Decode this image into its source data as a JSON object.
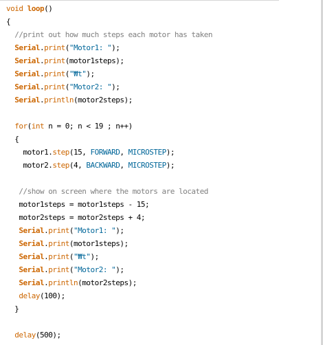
{
  "colors": {
    "keyword": "#cc6600",
    "string": "#006699",
    "constant": "#006699",
    "comment": "#7e7e7e",
    "text": "#000000",
    "background": "#ffffff"
  },
  "code_lines": [
    [
      {
        "t": "kw",
        "v": "void"
      },
      {
        "t": "plain",
        "v": " "
      },
      {
        "t": "kwb",
        "v": "loop"
      },
      {
        "t": "plain",
        "v": "()"
      }
    ],
    [
      {
        "t": "plain",
        "v": "{"
      }
    ],
    [
      {
        "t": "plain",
        "v": "  "
      },
      {
        "t": "cm",
        "v": "//print out how much steps each motor has taken"
      }
    ],
    [
      {
        "t": "plain",
        "v": "  "
      },
      {
        "t": "kwb",
        "v": "Serial"
      },
      {
        "t": "plain",
        "v": "."
      },
      {
        "t": "fn",
        "v": "print"
      },
      {
        "t": "plain",
        "v": "("
      },
      {
        "t": "str",
        "v": "\"Motor1: \""
      },
      {
        "t": "plain",
        "v": ");"
      }
    ],
    [
      {
        "t": "plain",
        "v": "  "
      },
      {
        "t": "kwb",
        "v": "Serial"
      },
      {
        "t": "plain",
        "v": "."
      },
      {
        "t": "fn",
        "v": "print"
      },
      {
        "t": "plain",
        "v": "(motor1steps);"
      }
    ],
    [
      {
        "t": "plain",
        "v": "  "
      },
      {
        "t": "kwb",
        "v": "Serial"
      },
      {
        "t": "plain",
        "v": "."
      },
      {
        "t": "fn",
        "v": "print"
      },
      {
        "t": "plain",
        "v": "("
      },
      {
        "t": "str",
        "v": "\"₩t\""
      },
      {
        "t": "plain",
        "v": ");"
      }
    ],
    [
      {
        "t": "plain",
        "v": "  "
      },
      {
        "t": "kwb",
        "v": "Serial"
      },
      {
        "t": "plain",
        "v": "."
      },
      {
        "t": "fn",
        "v": "print"
      },
      {
        "t": "plain",
        "v": "("
      },
      {
        "t": "str",
        "v": "\"Motor2: \""
      },
      {
        "t": "plain",
        "v": ");"
      }
    ],
    [
      {
        "t": "plain",
        "v": "  "
      },
      {
        "t": "kwb",
        "v": "Serial"
      },
      {
        "t": "plain",
        "v": "."
      },
      {
        "t": "fn",
        "v": "println"
      },
      {
        "t": "plain",
        "v": "(motor2steps);"
      }
    ],
    [],
    [
      {
        "t": "plain",
        "v": "  "
      },
      {
        "t": "kw",
        "v": "for"
      },
      {
        "t": "plain",
        "v": "("
      },
      {
        "t": "kw",
        "v": "int"
      },
      {
        "t": "plain",
        "v": " n = 0; n < 19 ; n++)"
      }
    ],
    [
      {
        "t": "plain",
        "v": "  {"
      }
    ],
    [
      {
        "t": "plain",
        "v": "    motor1."
      },
      {
        "t": "fn",
        "v": "step"
      },
      {
        "t": "plain",
        "v": "(15, "
      },
      {
        "t": "const",
        "v": "FORWARD"
      },
      {
        "t": "plain",
        "v": ", "
      },
      {
        "t": "const",
        "v": "MICROSTEP"
      },
      {
        "t": "plain",
        "v": ");"
      }
    ],
    [
      {
        "t": "plain",
        "v": "    motor2."
      },
      {
        "t": "fn",
        "v": "step"
      },
      {
        "t": "plain",
        "v": "(4, "
      },
      {
        "t": "const",
        "v": "BACKWARD"
      },
      {
        "t": "plain",
        "v": ", "
      },
      {
        "t": "const",
        "v": "MICROSTEP"
      },
      {
        "t": "plain",
        "v": ");"
      }
    ],
    [],
    [
      {
        "t": "plain",
        "v": "   "
      },
      {
        "t": "cm",
        "v": "//show on screen where the motors are located"
      }
    ],
    [
      {
        "t": "plain",
        "v": "   motor1steps = motor1steps - 15;"
      }
    ],
    [
      {
        "t": "plain",
        "v": "   motor2steps = motor2steps + 4;"
      }
    ],
    [
      {
        "t": "plain",
        "v": "   "
      },
      {
        "t": "kwb",
        "v": "Serial"
      },
      {
        "t": "plain",
        "v": "."
      },
      {
        "t": "fn",
        "v": "print"
      },
      {
        "t": "plain",
        "v": "("
      },
      {
        "t": "str",
        "v": "\"Motor1: \""
      },
      {
        "t": "plain",
        "v": ");"
      }
    ],
    [
      {
        "t": "plain",
        "v": "   "
      },
      {
        "t": "kwb",
        "v": "Serial"
      },
      {
        "t": "plain",
        "v": "."
      },
      {
        "t": "fn",
        "v": "print"
      },
      {
        "t": "plain",
        "v": "(motor1steps);"
      }
    ],
    [
      {
        "t": "plain",
        "v": "   "
      },
      {
        "t": "kwb",
        "v": "Serial"
      },
      {
        "t": "plain",
        "v": "."
      },
      {
        "t": "fn",
        "v": "print"
      },
      {
        "t": "plain",
        "v": "("
      },
      {
        "t": "str",
        "v": "\"₩t\""
      },
      {
        "t": "plain",
        "v": ");"
      }
    ],
    [
      {
        "t": "plain",
        "v": "   "
      },
      {
        "t": "kwb",
        "v": "Serial"
      },
      {
        "t": "plain",
        "v": "."
      },
      {
        "t": "fn",
        "v": "print"
      },
      {
        "t": "plain",
        "v": "("
      },
      {
        "t": "str",
        "v": "\"Motor2: \""
      },
      {
        "t": "plain",
        "v": ");"
      }
    ],
    [
      {
        "t": "plain",
        "v": "   "
      },
      {
        "t": "kwb",
        "v": "Serial"
      },
      {
        "t": "plain",
        "v": "."
      },
      {
        "t": "fn",
        "v": "println"
      },
      {
        "t": "plain",
        "v": "(motor2steps);"
      }
    ],
    [
      {
        "t": "plain",
        "v": "   "
      },
      {
        "t": "fn",
        "v": "delay"
      },
      {
        "t": "plain",
        "v": "(100);"
      }
    ],
    [
      {
        "t": "plain",
        "v": "  }"
      }
    ],
    [],
    [
      {
        "t": "plain",
        "v": "  "
      },
      {
        "t": "fn",
        "v": "delay"
      },
      {
        "t": "plain",
        "v": "(500);"
      }
    ]
  ]
}
